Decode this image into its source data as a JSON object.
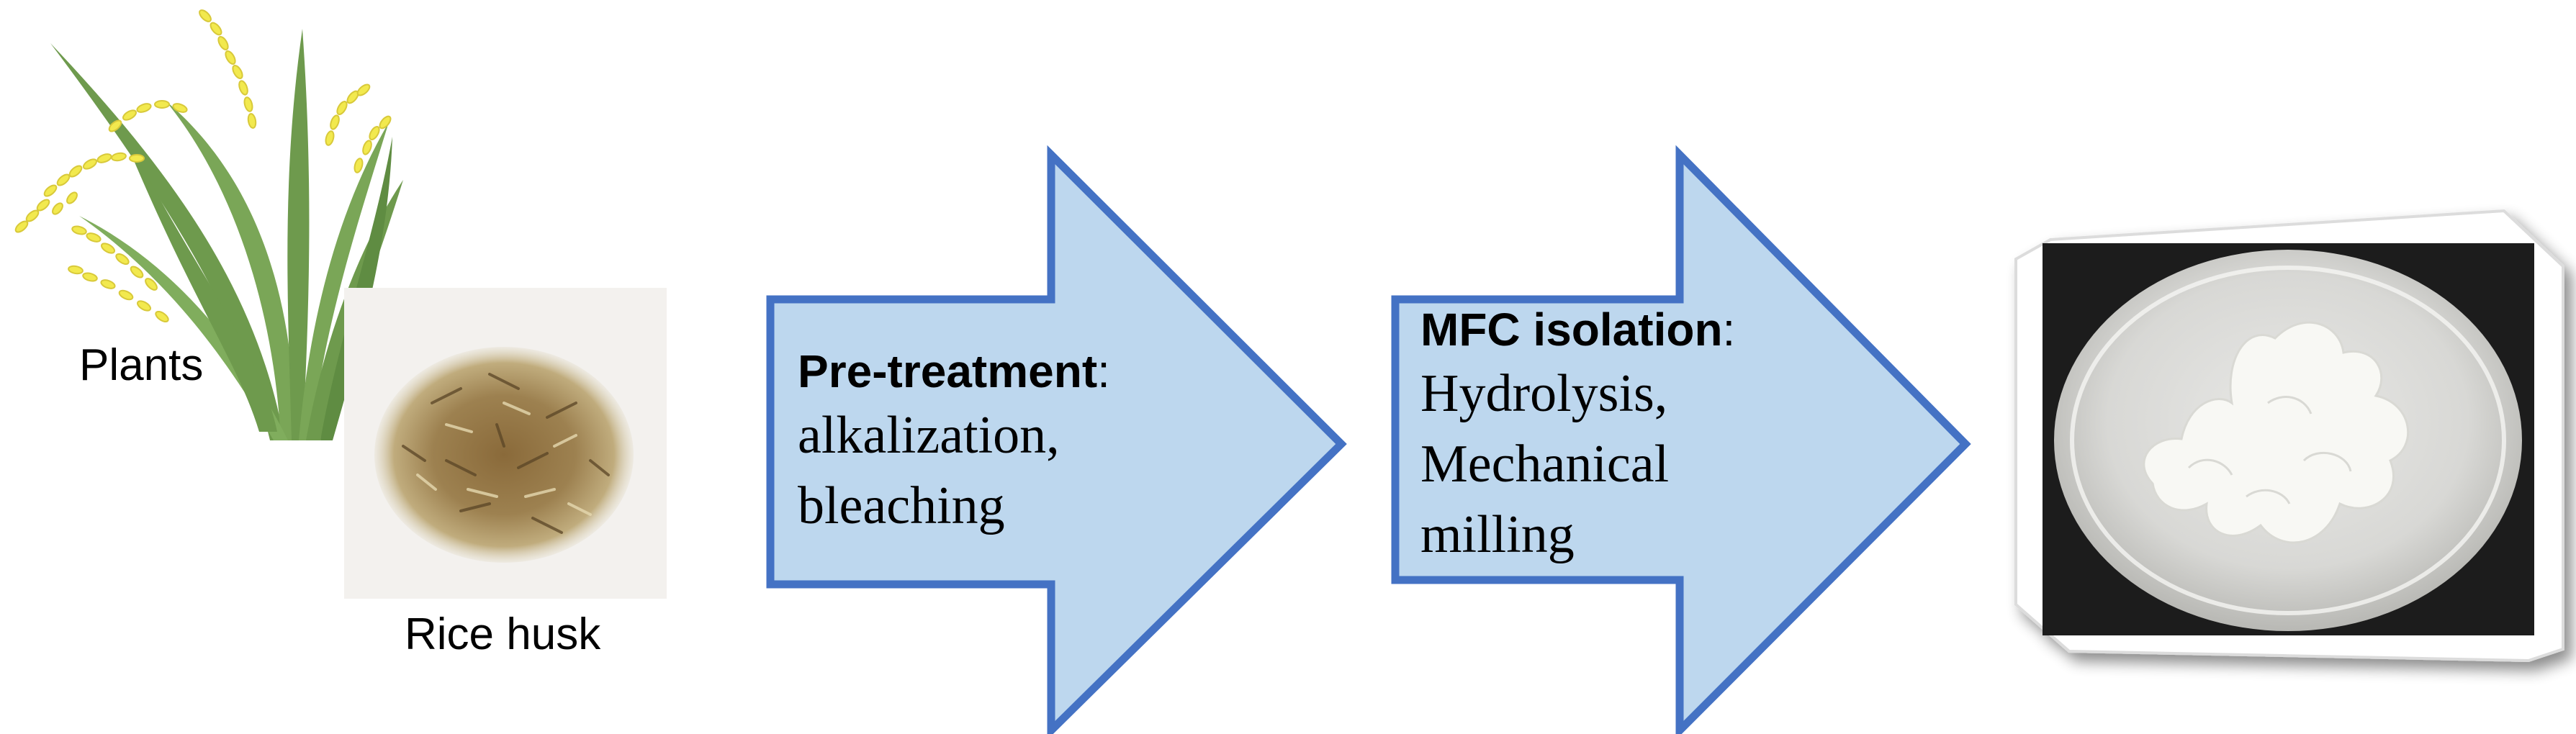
{
  "labels": {
    "plants": "Plants",
    "rice_husk": "Rice husk"
  },
  "step1": {
    "title": "Pre-treatment",
    "title_suffix": ":",
    "lines": [
      "alkalization,",
      "bleaching"
    ]
  },
  "step2": {
    "title": "MFC isolation",
    "title_suffix": ":",
    "lines": [
      "Hydrolysis,",
      "Mechanical",
      "milling"
    ]
  },
  "colors": {
    "arrow_fill": "#bdd7ee",
    "arrow_stroke": "#4472c4",
    "plant_leaf": "#6e9a4d",
    "grain": "#f2e94e",
    "photo_bg": "#1c1c1c",
    "product": "#f8f8f4"
  },
  "icons": [
    "rice-plant-icon",
    "rice-husk-photo",
    "mfc-product-photo"
  ]
}
